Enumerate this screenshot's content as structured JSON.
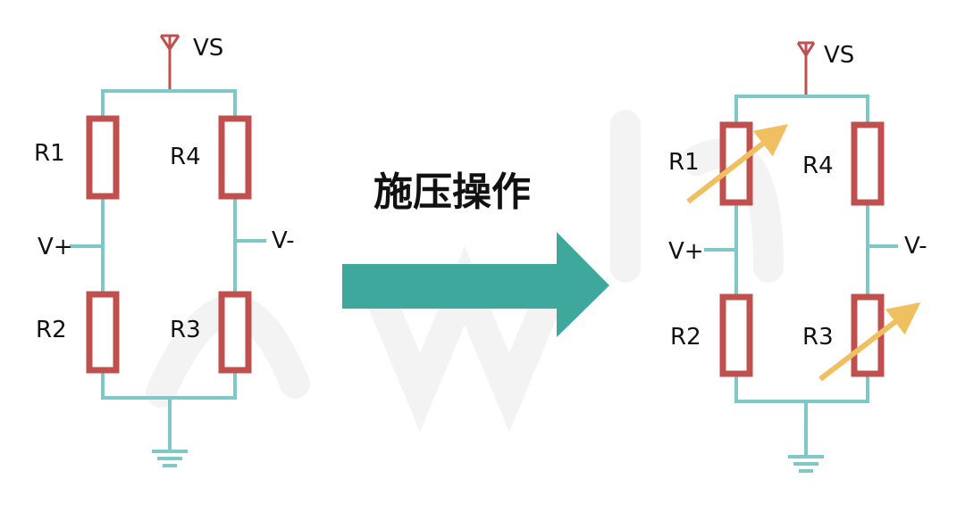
{
  "title": "施压操作",
  "colors": {
    "wire": "#7fc8c8",
    "resistor": "#c0504d",
    "vs_lead": "#c0504d",
    "arrow": "#3fa89c",
    "strain_arrow": "#f0c060",
    "watermark": "#f2f2f2"
  },
  "left_circuit": {
    "supply_label": "VS",
    "r1_label": "R1",
    "r2_label": "R2",
    "r3_label": "R3",
    "r4_label": "R4",
    "vplus_label": "V+",
    "vminus_label": "V-"
  },
  "right_circuit": {
    "supply_label": "VS",
    "r1_label": "R1",
    "r2_label": "R2",
    "r3_label": "R3",
    "r4_label": "R4",
    "vplus_label": "V+",
    "vminus_label": "V-"
  }
}
